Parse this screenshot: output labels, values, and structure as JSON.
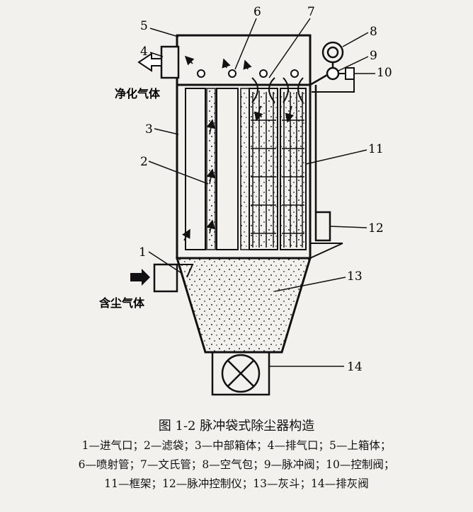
{
  "numbers": [
    "1",
    "2",
    "3",
    "4",
    "5",
    "6",
    "7",
    "8",
    "9",
    "10",
    "11",
    "12",
    "13",
    "14"
  ],
  "labels": {
    "clean_gas": "净化气体",
    "dusty_gas": "含尘气体"
  },
  "caption": "图 1-2   脉冲袋式除尘器构造",
  "legend": [
    "1—进气口；2—滤袋；3—中部箱体；4—排气口；5—上箱体；",
    "6—喷射管；7—文氏管；8—空气包；9—脉冲阀；10—控制阀；",
    "11—框架；12—脉冲控制仪；13—灰斗；14—排灰阀"
  ]
}
